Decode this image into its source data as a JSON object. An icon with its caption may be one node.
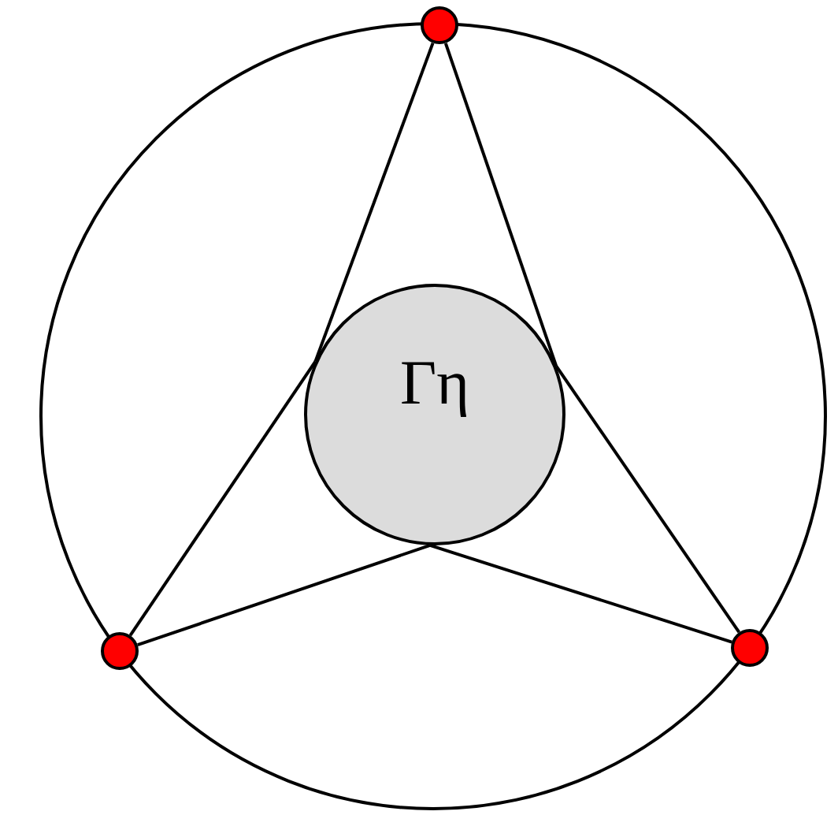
{
  "diagram": {
    "nodes": [
      {
        "text": [],
        "shape": "circle"
      },
      {
        "text": [
          "Γη"
        ],
        "in": 0
      },
      {
        "text": [],
        "shape": "circle",
        "in": 0
      },
      {
        "text": [],
        "shape": "circle",
        "in": 0
      },
      {
        "text": [],
        "shape": "circle",
        "in": 0
      }
    ],
    "edges": [
      {
        "from": 2,
        "to": 1,
        "arrow": "none"
      },
      {
        "from": 2,
        "to": 1,
        "arrow": "none"
      },
      {
        "from": 3,
        "to": 1,
        "arrow": "none"
      },
      {
        "from": 3,
        "to": 1,
        "arrow": "none"
      },
      {
        "from": 4,
        "to": 1,
        "arrow": "none"
      },
      {
        "from": 4,
        "to": 1,
        "arrow": "none"
      }
    ]
  }
}
